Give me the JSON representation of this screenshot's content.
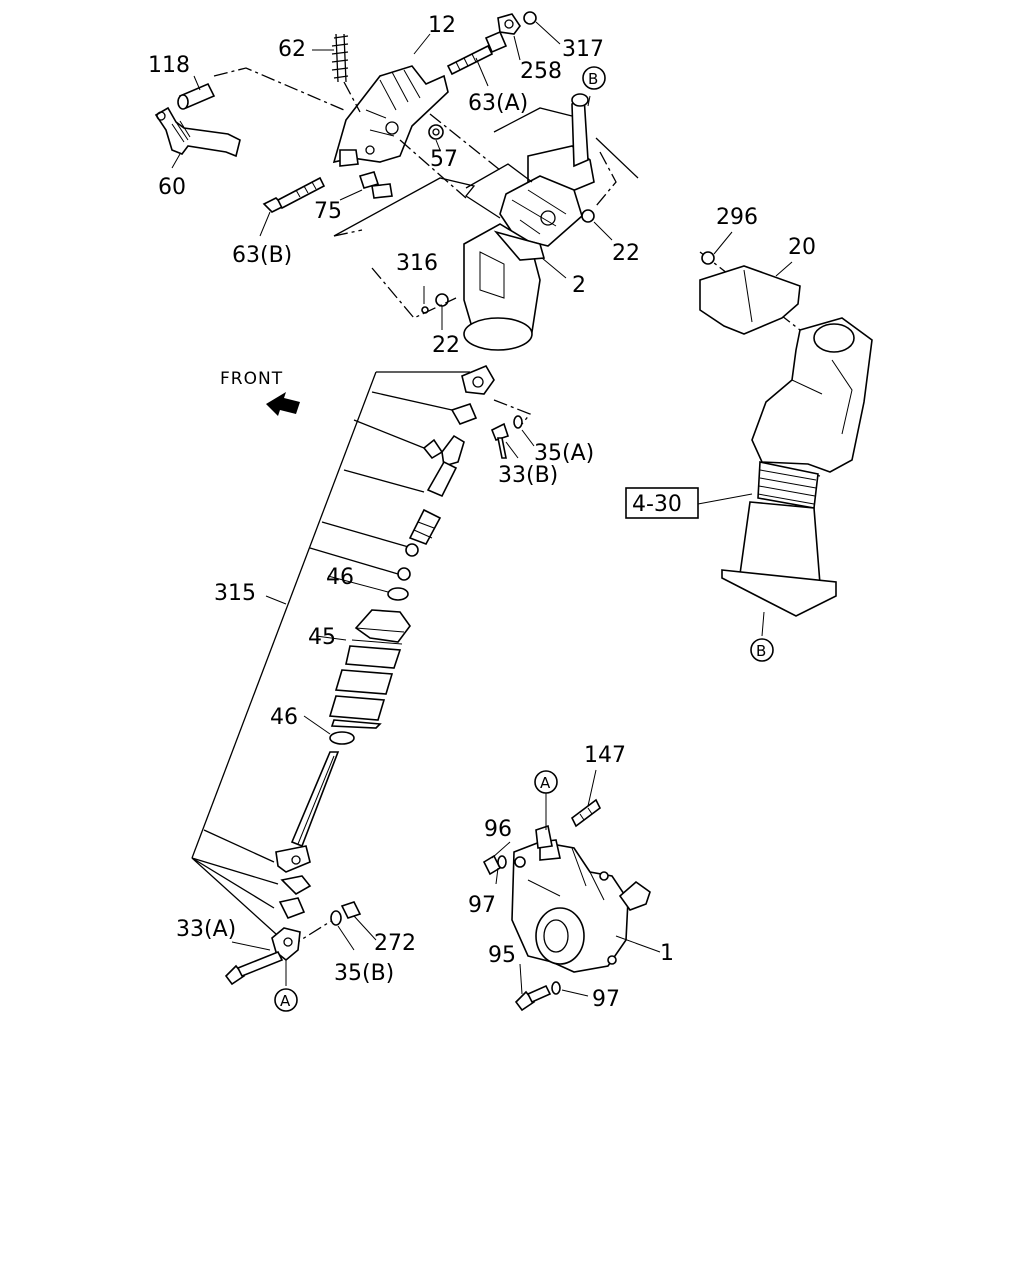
{
  "front_label": "FRONT",
  "reference_box": "4-30",
  "callouts": {
    "a_top": "A",
    "a_bottom": "A",
    "b_top": "B",
    "b_right": "B"
  },
  "labels": {
    "p12": "12",
    "p62": "62",
    "p317": "317",
    "p258": "258",
    "p118": "118",
    "p63a": "63(A)",
    "p57": "57",
    "p60": "60",
    "p75": "75",
    "p63b": "63(B)",
    "p22a": "22",
    "p316": "316",
    "p2": "2",
    "p22b": "22",
    "p296": "296",
    "p20": "20",
    "p35a": "35(A)",
    "p33b": "33(B)",
    "p315": "315",
    "p46a": "46",
    "p45": "45",
    "p46b": "46",
    "p147": "147",
    "p96": "96",
    "p97a": "97",
    "p95": "95",
    "p97b": "97",
    "p1": "1",
    "p33a": "33(A)",
    "p272": "272",
    "p35b": "35(B)"
  }
}
